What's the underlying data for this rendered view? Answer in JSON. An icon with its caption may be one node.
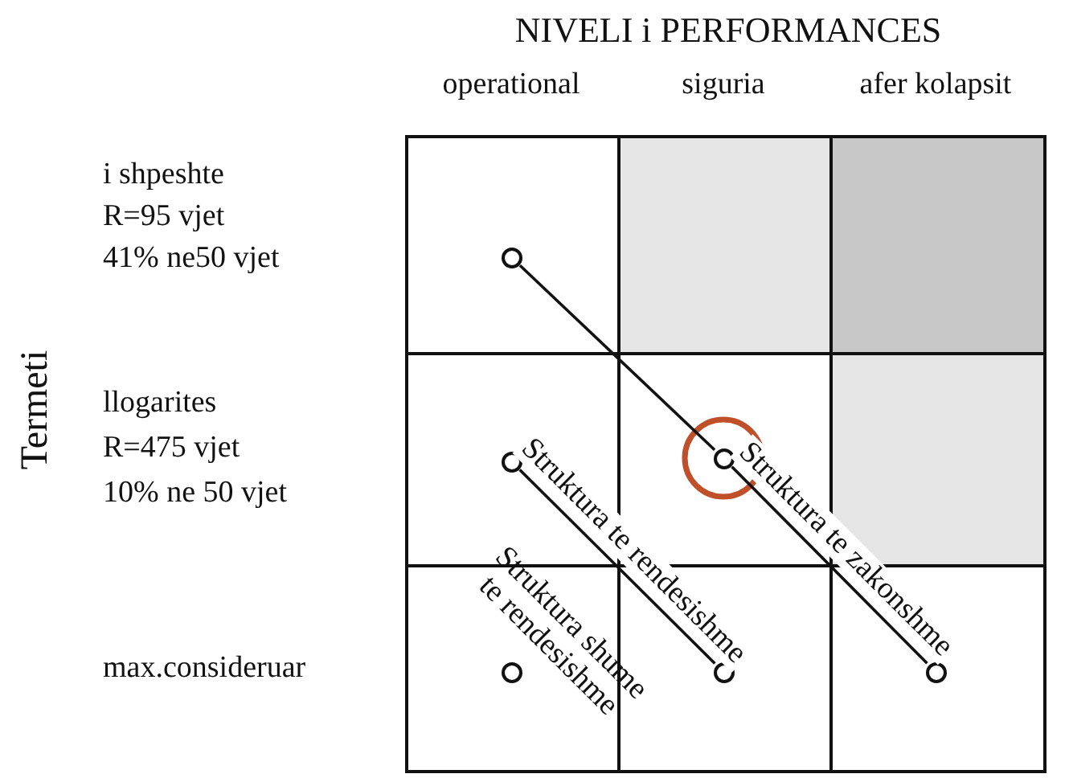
{
  "diagram": {
    "title": "NIVELI i PERFORMANCES",
    "nodes": [
      {
        "text": [],
        "shape": "circle"
      },
      {
        "text": [],
        "shape": "circle"
      },
      {
        "text": [],
        "shape": "circle"
      },
      {
        "text": [],
        "shape": "circle"
      },
      {
        "text": [],
        "shape": "circle"
      },
      {
        "text": [],
        "shape": "circle"
      }
    ],
    "edges": [
      {
        "from": 0,
        "to": 2,
        "arrow": "none"
      },
      {
        "from": 2,
        "to": 5,
        "arrow": "none",
        "label": "Struktura te zakonshme"
      },
      {
        "from": 1,
        "to": 4,
        "arrow": "none",
        "label": "Struktura te rendesishme"
      }
    ],
    "labels": [
      "operational",
      "siguria",
      "afer kolapsit",
      "Termeti",
      "i shpeshte",
      "R=95 vjet",
      "41% ne50 vjet",
      "llogarites",
      "R=475 vjet",
      "10% ne 50 vjet",
      "max.consideruar",
      "Struktura shume te rendesishme"
    ]
  }
}
